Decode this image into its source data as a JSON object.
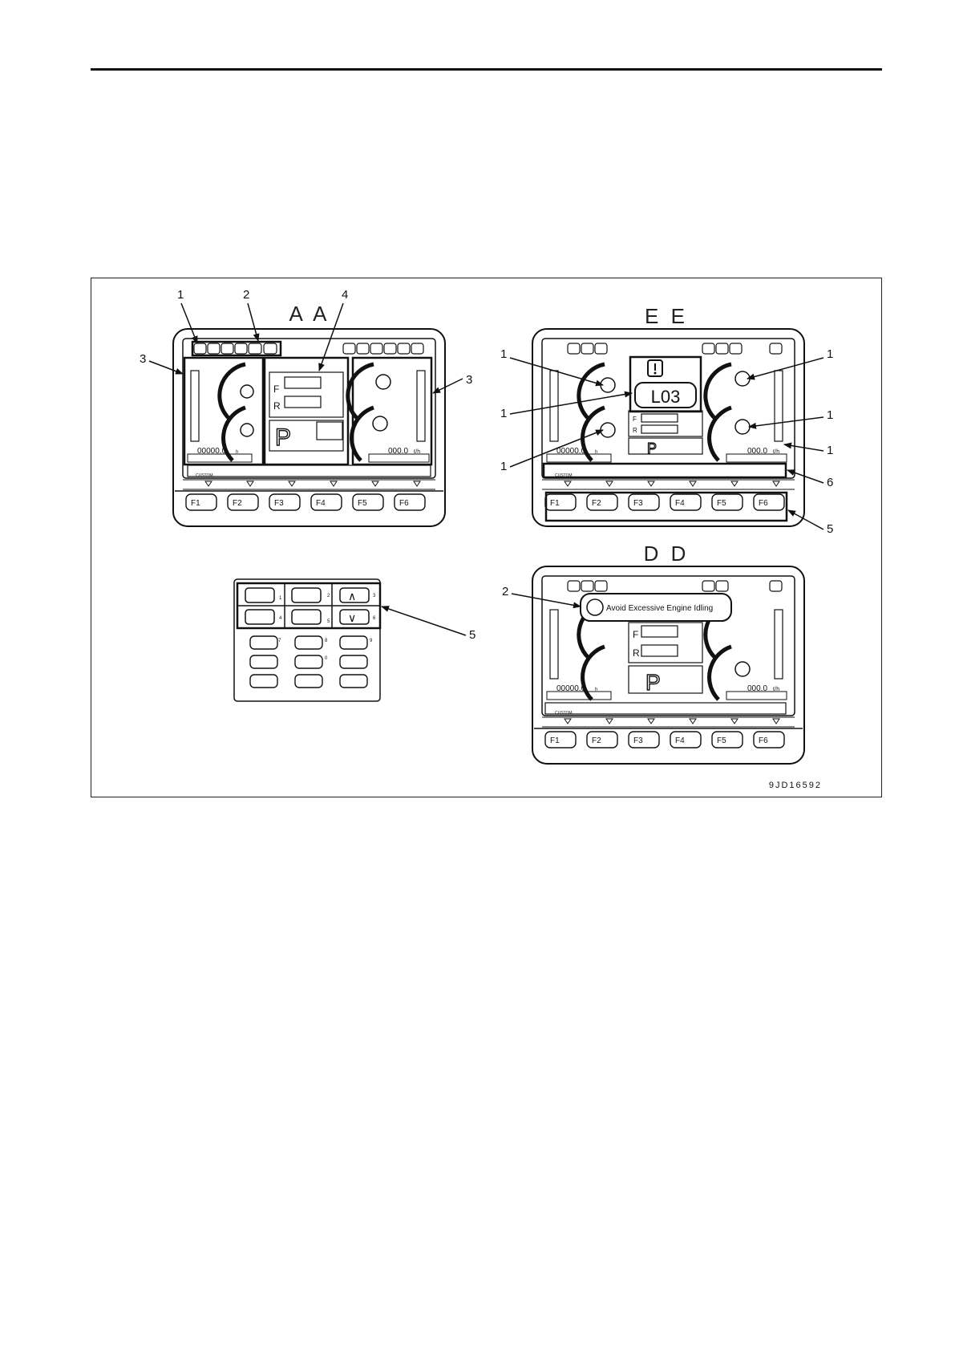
{
  "figure": {
    "code": "9JD16592",
    "views": {
      "aa": {
        "title": "A A",
        "callouts": [
          "1",
          "2",
          "3",
          "3",
          "4"
        ],
        "hours": "00000.0",
        "hours_unit": "h",
        "fuel_rate": "000.0",
        "fuel_unit": "ℓ/h",
        "gear_f": "F",
        "gear_r": "R",
        "park": "P",
        "custom_label": "CUSTOM",
        "fkeys": [
          "F1",
          "F2",
          "F3",
          "F4",
          "F5",
          "F6"
        ]
      },
      "ee": {
        "title": "E E",
        "callouts": [
          "1",
          "1",
          "1",
          "1",
          "1",
          "1",
          "6",
          "5"
        ],
        "warning_code": "L03",
        "hours": "00000.0",
        "hours_unit": "h",
        "fuel_rate": "000.0",
        "fuel_unit": "ℓ/h",
        "gear_f": "F",
        "gear_r": "R",
        "park": "P",
        "custom_label": "CUSTOM",
        "fkeys": [
          "F1",
          "F2",
          "F3",
          "F4",
          "F5",
          "F6"
        ]
      },
      "dd": {
        "title": "D D",
        "callouts": [
          "2"
        ],
        "message": "Avoid Excessive Engine Idling",
        "hours": "00000.0",
        "hours_unit": "h",
        "fuel_rate": "000.0",
        "fuel_unit": "ℓ/h",
        "gear_f": "F",
        "gear_r": "R",
        "park": "P",
        "custom_label": "CUSTOM",
        "fkeys": [
          "F1",
          "F2",
          "F3",
          "F4",
          "F5",
          "F6"
        ]
      },
      "keypad": {
        "callouts": [
          "5"
        ],
        "key_numbers": [
          "1",
          "2",
          "3",
          "4",
          "5",
          "6",
          "7",
          "8",
          "9",
          "0"
        ],
        "arrows": [
          "∧",
          "∨"
        ]
      }
    }
  }
}
